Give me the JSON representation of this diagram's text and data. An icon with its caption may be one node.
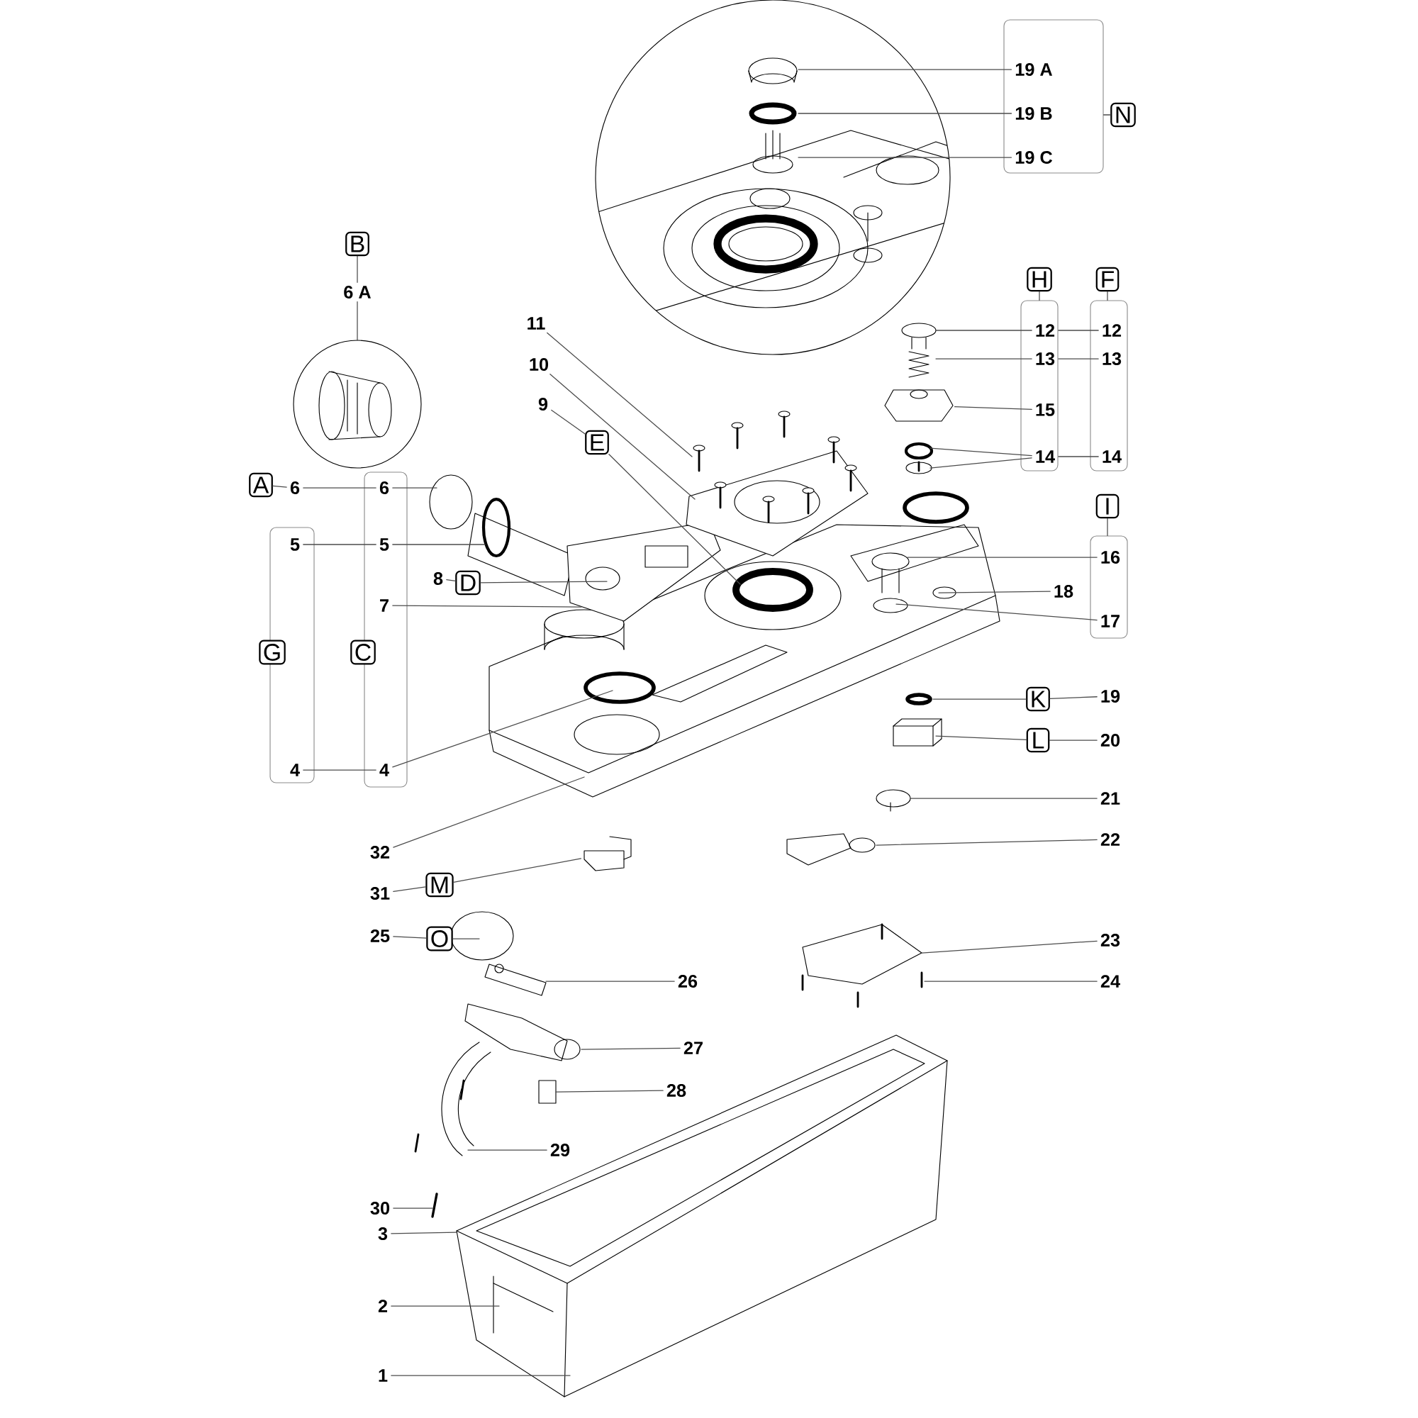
{
  "diagram": {
    "nodes": [
      {
        "text": [],
        "shape": "box"
      },
      {
        "text": [
          "19 A"
        ],
        "in": 0
      },
      {
        "text": [
          "19 B"
        ],
        "in": 0
      },
      {
        "text": [
          "19 C"
        ],
        "in": 0
      },
      {
        "text": [
          "N"
        ]
      },
      {
        "text": [
          "B"
        ]
      },
      {
        "text": [
          "6 A"
        ]
      },
      {
        "text": [],
        "shape": "box"
      },
      {
        "text": [
          "H"
        ]
      },
      {
        "text": [],
        "shape": "box"
      },
      {
        "text": [
          "F"
        ]
      },
      {
        "text": [
          "12"
        ],
        "in": 7
      },
      {
        "text": [
          "12"
        ],
        "in": 9
      },
      {
        "text": [
          "11"
        ]
      },
      {
        "text": [
          "13"
        ],
        "in": 7
      },
      {
        "text": [
          "13"
        ],
        "in": 9
      },
      {
        "text": [
          "10"
        ]
      },
      {
        "text": [
          "9"
        ]
      },
      {
        "text": [
          "15"
        ],
        "in": 7
      },
      {
        "text": [
          "E"
        ]
      },
      {
        "text": [
          "14"
        ],
        "in": 7
      },
      {
        "text": [
          "14"
        ],
        "in": 9
      },
      {
        "text": [],
        "shape": "box"
      },
      {
        "text": [],
        "shape": "box"
      },
      {
        "text": [
          "A"
        ]
      },
      {
        "text": [
          "6"
        ]
      },
      {
        "text": [
          "6"
        ],
        "in": 22
      },
      {
        "text": [
          "5"
        ],
        "in": 23
      },
      {
        "text": [
          "5"
        ],
        "in": 22
      },
      {
        "text": [
          "I"
        ]
      },
      {
        "text": [],
        "shape": "box"
      },
      {
        "text": [
          "16"
        ],
        "in": 30
      },
      {
        "text": [
          "8"
        ]
      },
      {
        "text": [
          "D"
        ]
      },
      {
        "text": [
          "7"
        ],
        "in": 22
      },
      {
        "text": [
          "18"
        ]
      },
      {
        "text": [
          "17"
        ],
        "in": 30
      },
      {
        "text": [
          "G"
        ]
      },
      {
        "text": [
          "C"
        ]
      },
      {
        "text": [
          "K"
        ]
      },
      {
        "text": [
          "19"
        ]
      },
      {
        "text": [
          "L"
        ]
      },
      {
        "text": [
          "20"
        ]
      },
      {
        "text": [
          "4"
        ],
        "in": 23
      },
      {
        "text": [
          "4"
        ],
        "in": 22
      },
      {
        "text": [
          "21"
        ]
      },
      {
        "text": [
          "22"
        ]
      },
      {
        "text": [
          "32"
        ]
      },
      {
        "text": [
          "31"
        ]
      },
      {
        "text": [
          "M"
        ]
      },
      {
        "text": [
          "25"
        ]
      },
      {
        "text": [
          "O"
        ]
      },
      {
        "text": [
          "23"
        ]
      },
      {
        "text": [
          "26"
        ]
      },
      {
        "text": [
          "24"
        ]
      },
      {
        "text": [
          "27"
        ]
      },
      {
        "text": [
          "28"
        ]
      },
      {
        "text": [
          "29"
        ]
      },
      {
        "text": [
          "30"
        ]
      },
      {
        "text": [
          "3"
        ]
      },
      {
        "text": [
          "2"
        ]
      },
      {
        "text": [
          "1"
        ]
      },
      {
        "text": [],
        "shape": "picture"
      },
      {
        "text": [],
        "shape": "picture"
      }
    ],
    "edges": [
      {
        "from": 1,
        "to": null,
        "arrow": "none"
      },
      {
        "from": 2,
        "to": null,
        "arrow": "none"
      },
      {
        "from": 3,
        "to": null,
        "arrow": "none"
      },
      {
        "from": 4,
        "to": 0,
        "arrow": "none"
      },
      {
        "from": 5,
        "to": 6,
        "arrow": "none"
      },
      {
        "from": 6,
        "to": null,
        "arrow": "none"
      },
      {
        "from": 8,
        "to": 7,
        "arrow": "none"
      },
      {
        "from": 10,
        "to": 9,
        "arrow": "none"
      },
      {
        "from": 11,
        "to": null,
        "arrow": "none"
      },
      {
        "from": 11,
        "to": 12,
        "arrow": "none"
      },
      {
        "from": 14,
        "to": null,
        "arrow": "none"
      },
      {
        "from": 14,
        "to": 15,
        "arrow": "none"
      },
      {
        "from": 13,
        "to": null,
        "arrow": "none"
      },
      {
        "from": 16,
        "to": null,
        "arrow": "none"
      },
      {
        "from": 17,
        "to": 19,
        "arrow": "none"
      },
      {
        "from": 19,
        "to": null,
        "arrow": "none"
      },
      {
        "from": 18,
        "to": 62,
        "arrow": "none"
      },
      {
        "from": 20,
        "to": null,
        "arrow": "none"
      },
      {
        "from": 20,
        "to": null,
        "arrow": "none"
      },
      {
        "from": 20,
        "to": 21,
        "arrow": "none"
      },
      {
        "from": 24,
        "to": 25,
        "arrow": "none"
      },
      {
        "from": 25,
        "to": 26,
        "arrow": "none"
      },
      {
        "from": 26,
        "to": null,
        "arrow": "none"
      },
      {
        "from": 27,
        "to": 28,
        "arrow": "none"
      },
      {
        "from": 28,
        "to": null,
        "arrow": "none"
      },
      {
        "from": 29,
        "to": 30,
        "arrow": "none"
      },
      {
        "from": 31,
        "to": null,
        "arrow": "none"
      },
      {
        "from": 32,
        "to": 33,
        "arrow": "none"
      },
      {
        "from": 33,
        "to": null,
        "arrow": "none"
      },
      {
        "from": 34,
        "to": null,
        "arrow": "none"
      },
      {
        "from": 35,
        "to": null,
        "arrow": "none"
      },
      {
        "from": 36,
        "to": null,
        "arrow": "none"
      },
      {
        "from": 39,
        "to": null,
        "arrow": "none"
      },
      {
        "from": 39,
        "to": 40,
        "arrow": "none"
      },
      {
        "from": 41,
        "to": null,
        "arrow": "none"
      },
      {
        "from": 41,
        "to": 42,
        "arrow": "none"
      },
      {
        "from": 43,
        "to": 44,
        "arrow": "none"
      },
      {
        "from": 44,
        "to": null,
        "arrow": "none"
      },
      {
        "from": 45,
        "to": null,
        "arrow": "none"
      },
      {
        "from": 46,
        "to": null,
        "arrow": "none"
      },
      {
        "from": 47,
        "to": null,
        "arrow": "none"
      },
      {
        "from": 48,
        "to": 49,
        "arrow": "none"
      },
      {
        "from": 49,
        "to": 63,
        "arrow": "none"
      },
      {
        "from": 50,
        "to": 51,
        "arrow": "none"
      },
      {
        "from": 51,
        "to": null,
        "arrow": "none"
      },
      {
        "from": 52,
        "to": null,
        "arrow": "none"
      },
      {
        "from": 53,
        "to": null,
        "arrow": "none"
      },
      {
        "from": 54,
        "to": null,
        "arrow": "none"
      },
      {
        "from": 55,
        "to": null,
        "arrow": "none"
      },
      {
        "from": 56,
        "to": null,
        "arrow": "none"
      },
      {
        "from": 57,
        "to": null,
        "arrow": "none"
      },
      {
        "from": 58,
        "to": null,
        "arrow": "none"
      },
      {
        "from": 59,
        "to": null,
        "arrow": "none"
      },
      {
        "from": 60,
        "to": null,
        "arrow": "none"
      },
      {
        "from": 61,
        "to": null,
        "arrow": "none"
      }
    ]
  }
}
